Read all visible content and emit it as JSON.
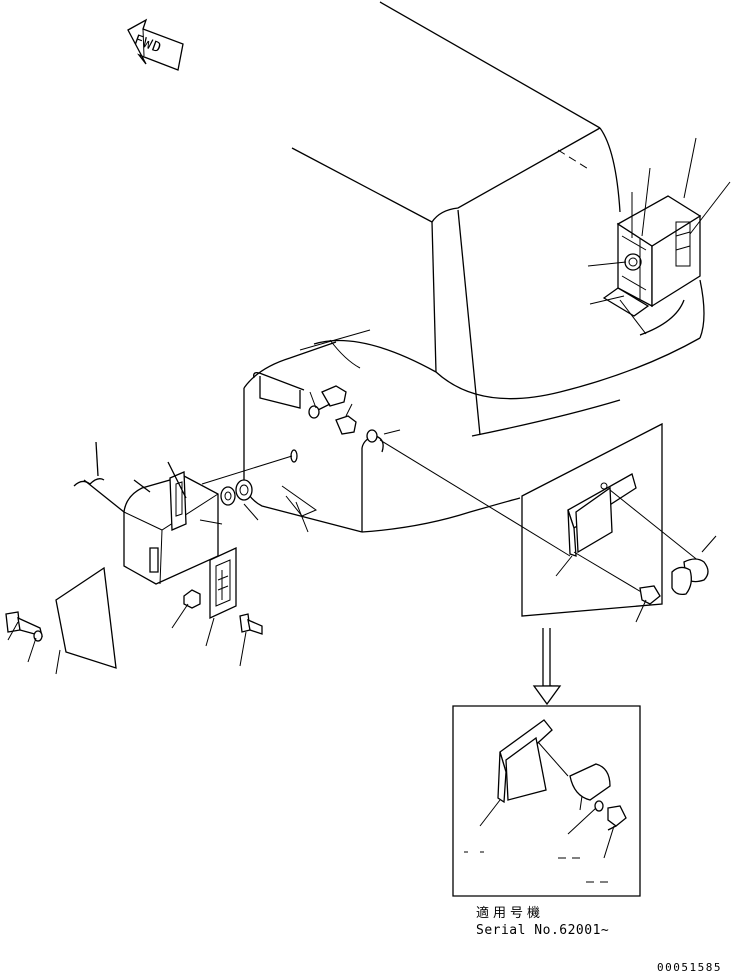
{
  "fwd_label": "FWD",
  "applicable_serial_heading": "適用号機",
  "serial_range": "Serial No.62001~",
  "drawing_number": "00051585"
}
